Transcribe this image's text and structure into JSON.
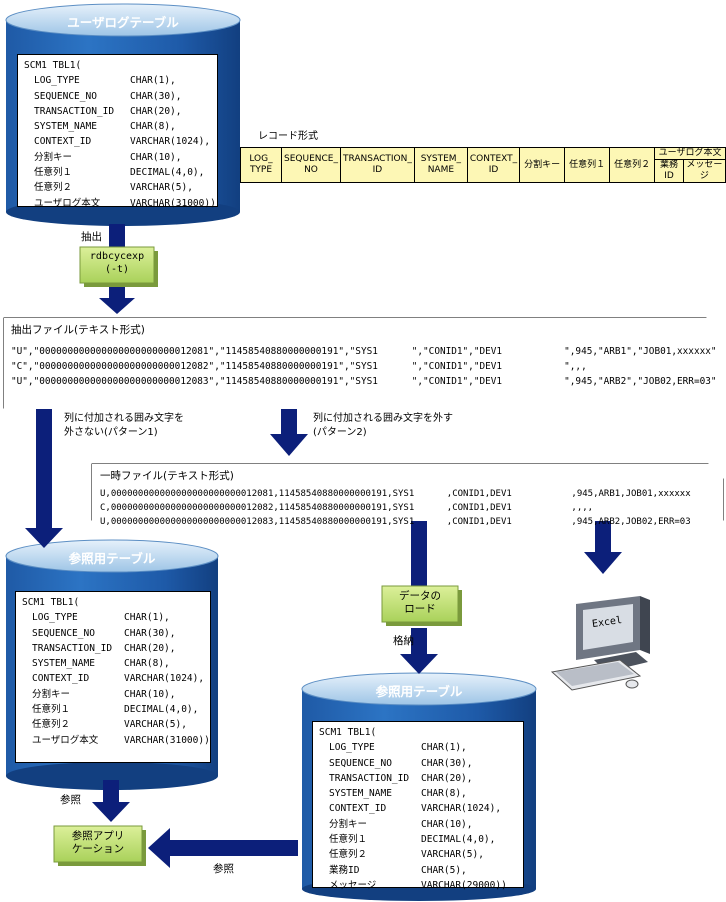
{
  "top_db": {
    "title": "ユーザログテーブル",
    "schema_title": "SCM1 TBL1(",
    "fields": [
      {
        "name": "LOG_TYPE",
        "type": "CHAR(1),"
      },
      {
        "name": "SEQUENCE_NO",
        "type": "CHAR(30),"
      },
      {
        "name": "TRANSACTION_ID",
        "type": "CHAR(20),"
      },
      {
        "name": "SYSTEM_NAME",
        "type": "CHAR(8),"
      },
      {
        "name": "CONTEXT_ID",
        "type": "VARCHAR(1024),"
      },
      {
        "name": "分割キー",
        "type": "CHAR(10),"
      },
      {
        "name": "任意列１",
        "type": "DECIMAL(4,0),"
      },
      {
        "name": "任意列２",
        "type": "VARCHAR(5),"
      },
      {
        "name": "ユーザログ本文",
        "type": "VARCHAR(31000))"
      }
    ]
  },
  "record_format": {
    "label": "レコード形式",
    "cols": [
      "LOG_\nTYPE",
      "SEQUENCE_\nNO",
      "TRANSACTION_\nID",
      "SYSTEM_\nNAME",
      "CONTEXT_\nID",
      "分割キー",
      "任意列１",
      "任意列２"
    ],
    "group_header": "ユーザログ本文",
    "sub_cols": [
      "業務ID",
      "メッセージ"
    ]
  },
  "extract": {
    "label": "抽出",
    "command_line1": "rdbcycexp",
    "command_line2": "(-t)"
  },
  "extract_file": {
    "label": "抽出ファイル(テキスト形式)",
    "lines": [
      "\"U\",\"000000000000000000000000012081\",\"11458540880000000191\",\"SYS1      \",\"CONID1\",\"DEV1           \",945,\"ARB1\",\"JOB01,xxxxxx\"",
      "\"C\",\"000000000000000000000000012082\",\"11458540880000000191\",\"SYS1      \",\"CONID1\",\"DEV1           \",,,",
      "\"U\",\"000000000000000000000000012083\",\"11458540880000000191\",\"SYS1      \",\"CONID1\",\"DEV1           \",945,\"ARB2\",\"JOB02,ERR=03\""
    ]
  },
  "pattern1": {
    "line1": "列に付加される囲み文字を",
    "line2": "外さない(パターン1)"
  },
  "pattern2": {
    "line1": "列に付加される囲み文字を外す",
    "line2": "(パターン2)"
  },
  "temp_file": {
    "label": "一時ファイル(テキスト形式)",
    "lines": [
      "U,000000000000000000000000012081,11458540880000000191,SYS1      ,CONID1,DEV1           ,945,ARB1,JOB01,xxxxxx",
      "C,000000000000000000000000012082,11458540880000000191,SYS1      ,CONID1,DEV1           ,,,,",
      "U,000000000000000000000000012083,11458540880000000191,SYS1      ,CONID1,DEV1           ,945,ARB2,JOB02,ERR=03"
    ]
  },
  "ref_db_left": {
    "title": "参照用テーブル",
    "schema_title": "SCM1 TBL1(",
    "fields": [
      {
        "name": "LOG_TYPE",
        "type": "CHAR(1),"
      },
      {
        "name": "SEQUENCE_NO",
        "type": "CHAR(30),"
      },
      {
        "name": "TRANSACTION_ID",
        "type": "CHAR(20),"
      },
      {
        "name": "SYSTEM_NAME",
        "type": "CHAR(8),"
      },
      {
        "name": "CONTEXT_ID",
        "type": "VARCHAR(1024),"
      },
      {
        "name": "分割キー",
        "type": "CHAR(10),"
      },
      {
        "name": "任意列１",
        "type": "DECIMAL(4,0),"
      },
      {
        "name": "任意列２",
        "type": "VARCHAR(5),"
      },
      {
        "name": "ユーザログ本文",
        "type": "VARCHAR(31000))"
      }
    ]
  },
  "load": {
    "line1": "データの",
    "line2": "ロード",
    "store_label": "格納"
  },
  "excel": {
    "label": "Excel"
  },
  "ref_db_right": {
    "title": "参照用テーブル",
    "schema_title": "SCM1 TBL1(",
    "fields": [
      {
        "name": "LOG_TYPE",
        "type": "CHAR(1),"
      },
      {
        "name": "SEQUENCE_NO",
        "type": "CHAR(30),"
      },
      {
        "name": "TRANSACTION_ID",
        "type": "CHAR(20),"
      },
      {
        "name": "SYSTEM_NAME",
        "type": "CHAR(8),"
      },
      {
        "name": "CONTEXT_ID",
        "type": "VARCHAR(1024),"
      },
      {
        "name": "分割キー",
        "type": "CHAR(10),"
      },
      {
        "name": "任意列１",
        "type": "DECIMAL(4,0),"
      },
      {
        "name": "任意列２",
        "type": "VARCHAR(5),"
      },
      {
        "name": "業務ID",
        "type": "CHAR(5),"
      },
      {
        "name": "メッセージ",
        "type": "VARCHAR(29000))"
      }
    ]
  },
  "ref_app": {
    "line1": "参照アプリ",
    "line2": "ケーション"
  },
  "ref_label_left": "参照",
  "ref_label_bottom": "参照",
  "colors": {
    "cylinder_dark": "#1f5aa6",
    "cylinder_light": "#a9cbe8",
    "arrow": "#0c1f7a",
    "button_green": "#c6e67a",
    "record_fill": "#fdf7b5"
  }
}
